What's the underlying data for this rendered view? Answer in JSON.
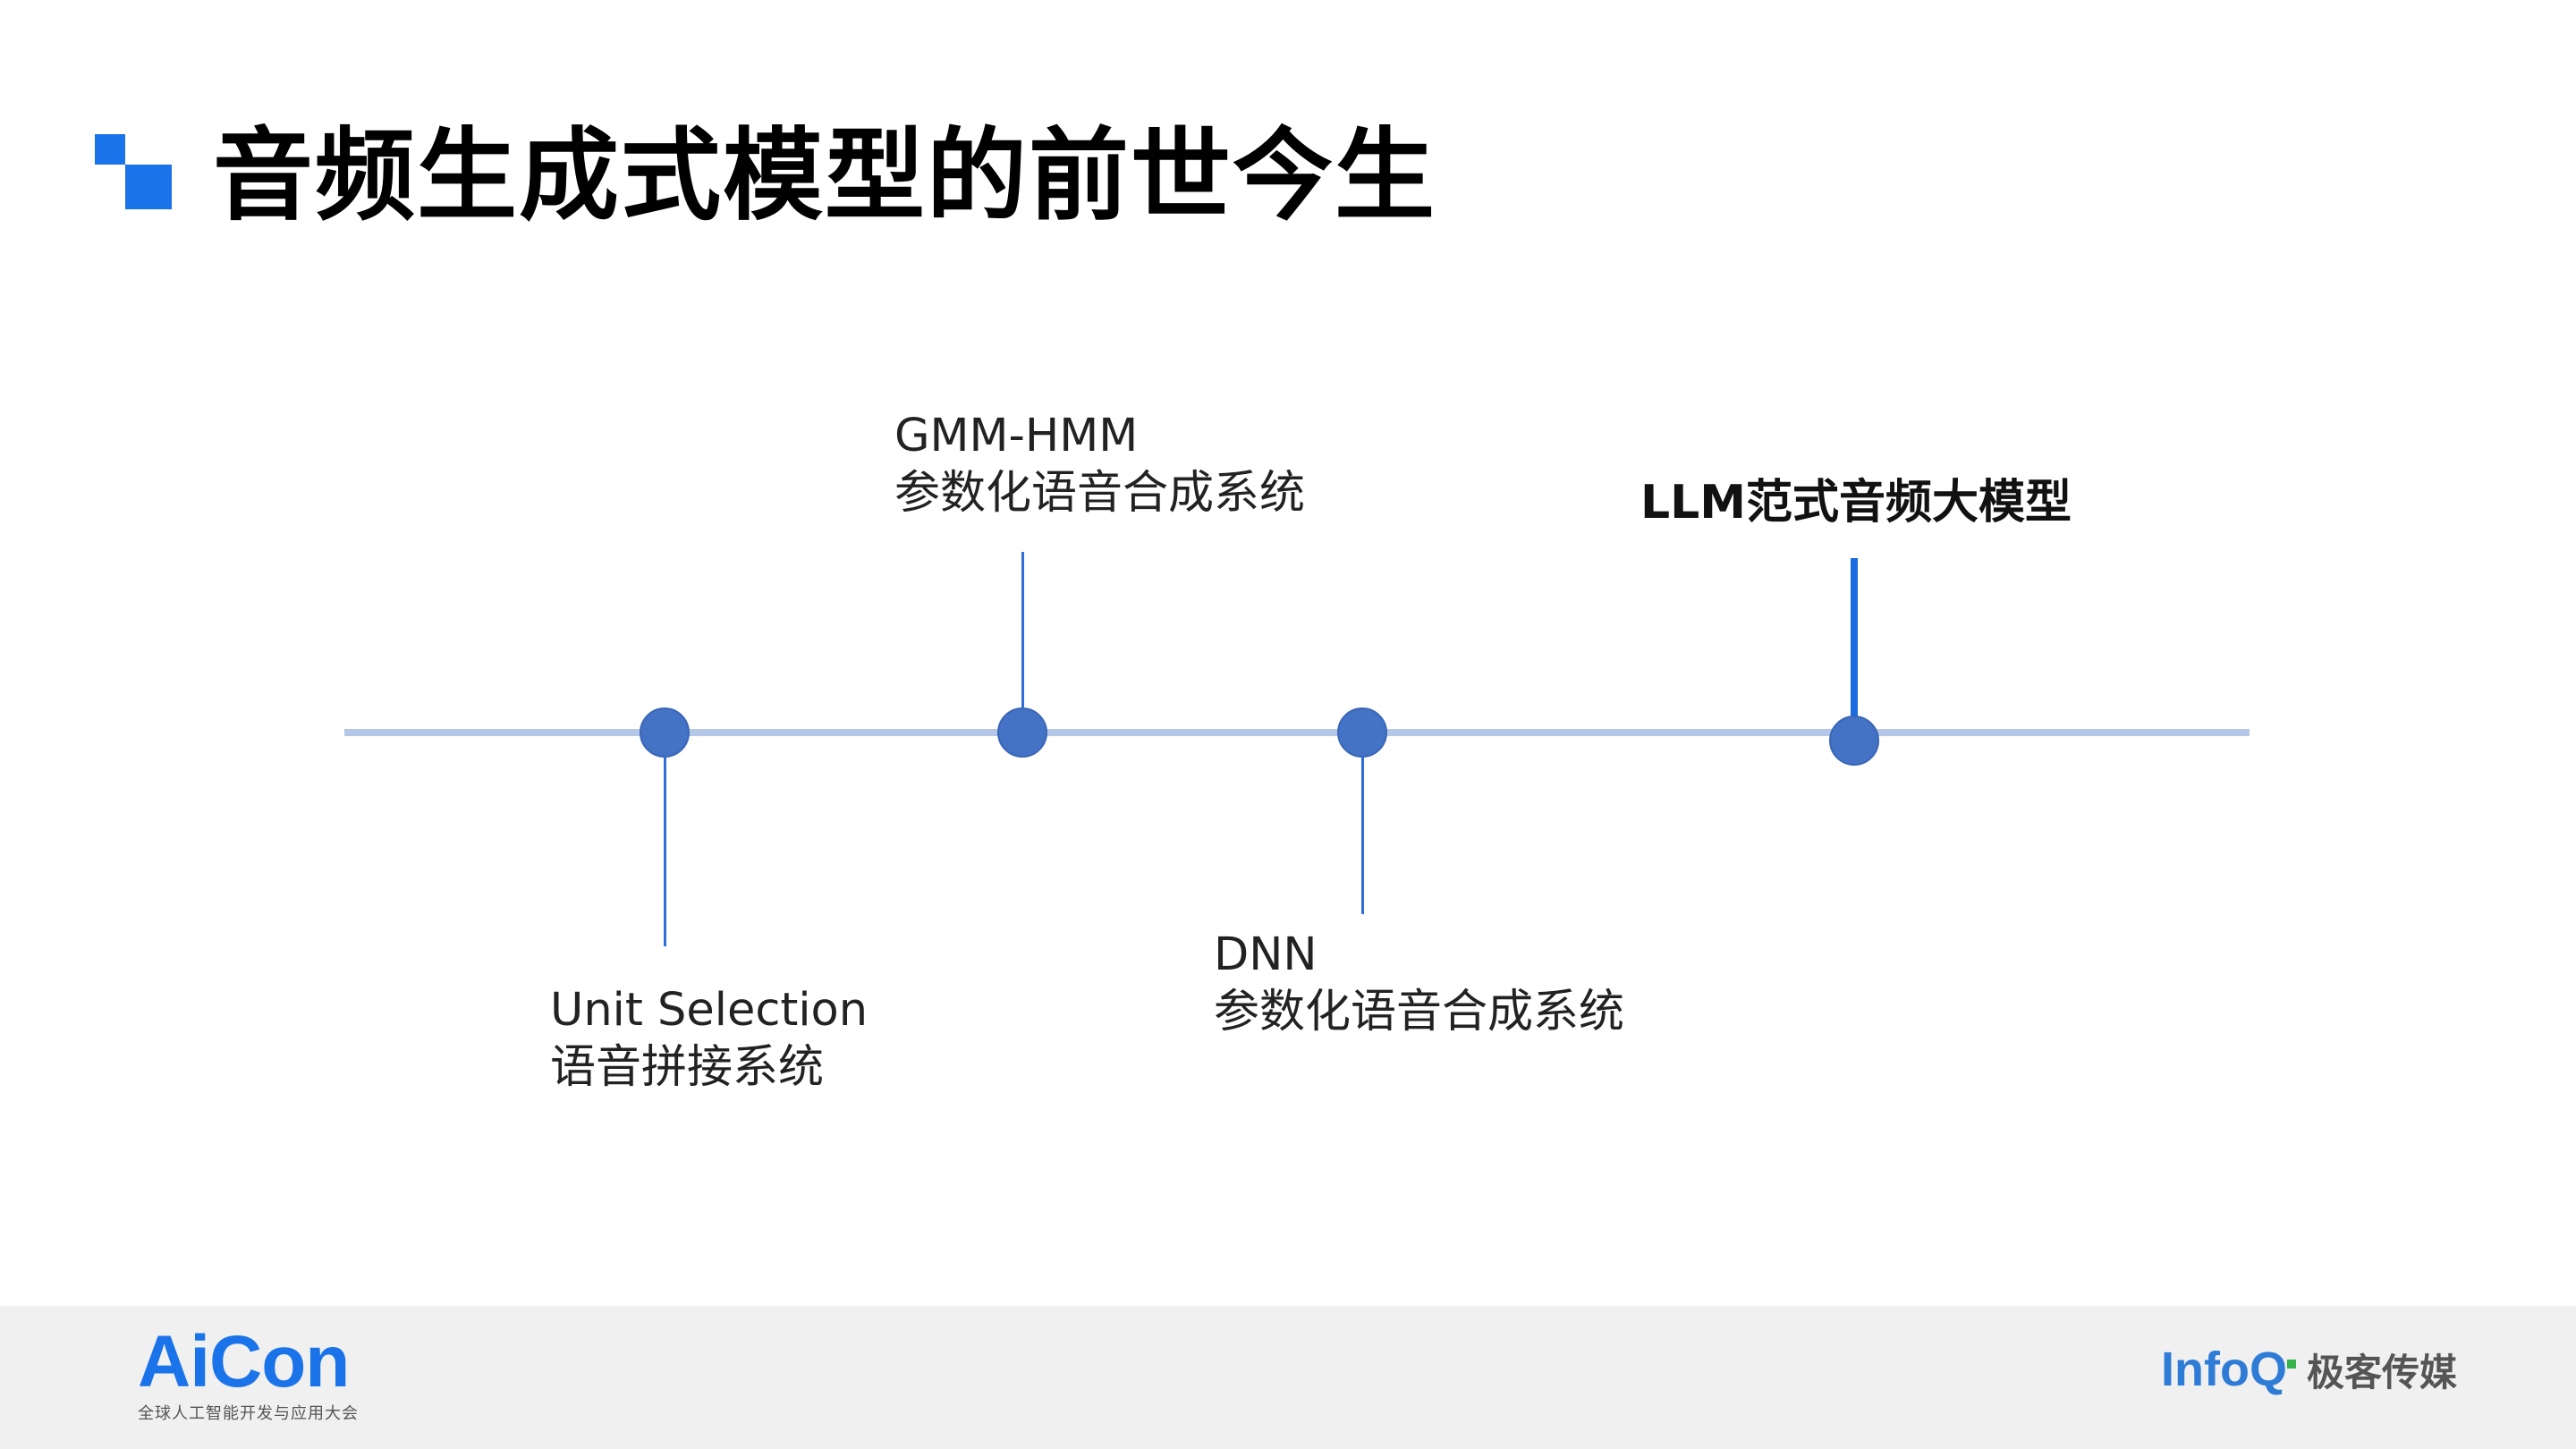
{
  "slide": {
    "title": "音频生成式模型的前世今生",
    "accent_color": "#1a73e8",
    "timeline_color": "#b4c7e7",
    "node_color": "#4472c4"
  },
  "timeline": [
    {
      "line1": "Unit Selection",
      "line2": "语音拼接系统",
      "label_position": "below"
    },
    {
      "line1": "GMM-HMM",
      "line2": "参数化语音合成系统",
      "label_position": "above"
    },
    {
      "line1": "DNN",
      "line2": "参数化语音合成系统",
      "label_position": "below"
    },
    {
      "line1": "LLM范式音频大模型",
      "label_position": "above",
      "emphasis": "bold"
    }
  ],
  "footer": {
    "left_logo": {
      "wordmark": "AiCon",
      "tagline": "全球人工智能开发与应用大会"
    },
    "right_logo": {
      "wordmark": "InfoQ",
      "brand": "极客传媒"
    }
  }
}
